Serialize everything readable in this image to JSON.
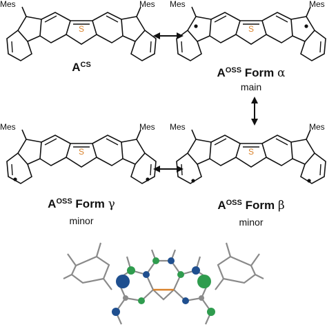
{
  "structures": [
    {
      "id": "acs",
      "name": "A",
      "sup": "CS",
      "form": "",
      "greek": "",
      "subtitle": ""
    },
    {
      "id": "oss-alpha",
      "name": "A",
      "sup": "OSS",
      "form": "Form",
      "greek": "α",
      "subtitle": "main"
    },
    {
      "id": "oss-gamma",
      "name": "A",
      "sup": "OSS",
      "form": "Form",
      "greek": "γ",
      "subtitle": "minor"
    },
    {
      "id": "oss-beta",
      "name": "A",
      "sup": "OSS",
      "form": "Form",
      "greek": "β",
      "subtitle": "minor"
    }
  ],
  "substituent": "Mes",
  "heteroatom": "S",
  "colors": {
    "sulfur": "#d9822b",
    "spin_green": "#2f9c4e",
    "spin_blue": "#1f4f8f",
    "model_grey": "#8a8a8a"
  }
}
